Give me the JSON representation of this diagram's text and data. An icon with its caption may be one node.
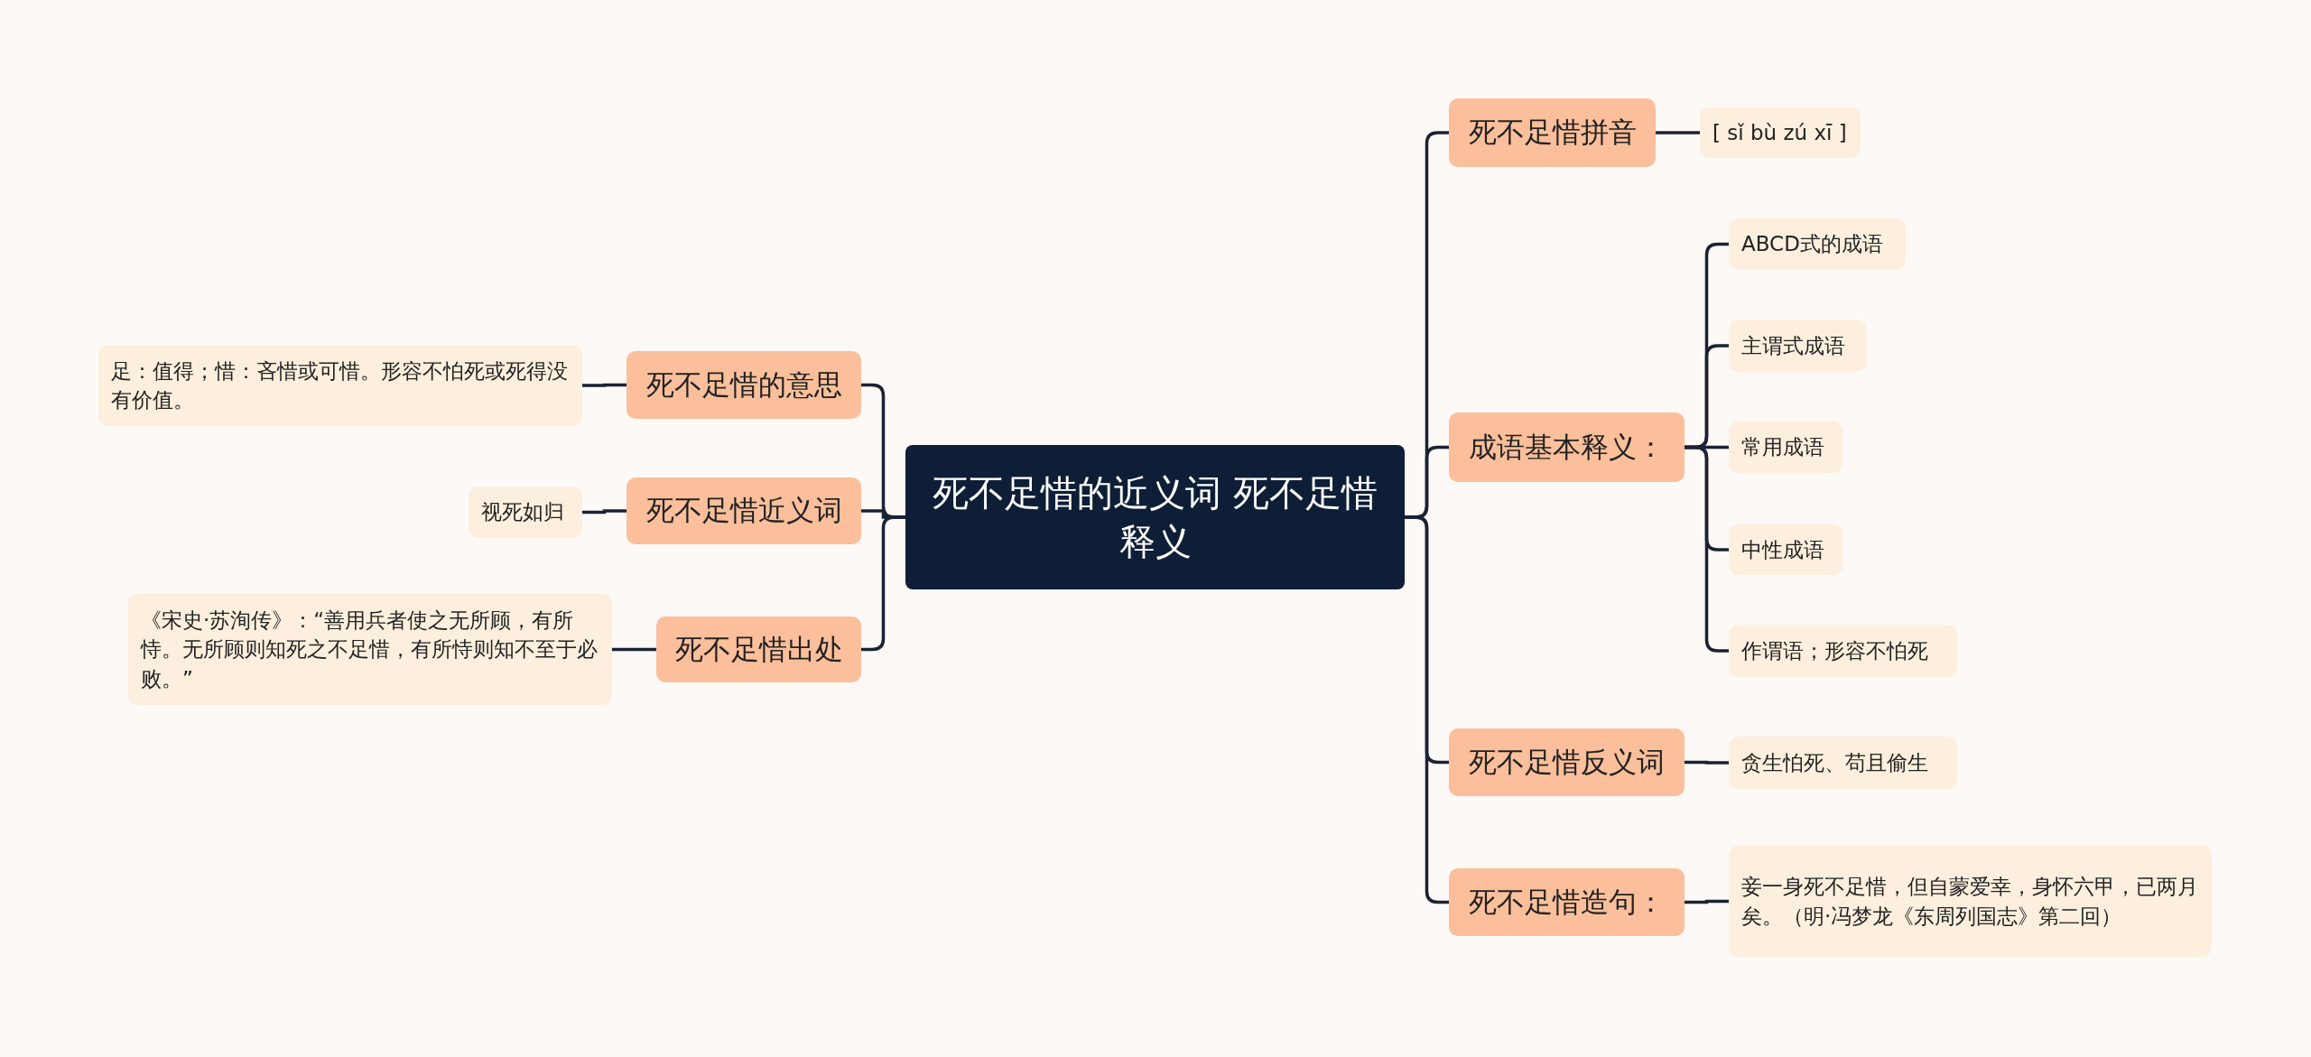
{
  "diagram": {
    "nodes": [
      {
        "text": [
          "死不足惜的近义词 死不足惜释义"
        ]
      },
      {
        "text": [
          "死不足惜的意思"
        ]
      },
      {
        "text": [
          "足：值得；惜：吝惜或可惜。形容不怕死或死得没有价值。"
        ]
      },
      {
        "text": [
          "死不足惜近义词"
        ]
      },
      {
        "text": [
          "视死如归"
        ]
      },
      {
        "text": [
          "死不足惜出处"
        ]
      },
      {
        "text": [
          "《宋史·苏洵传》：“善用兵者使之无所顾，有所恃。无所顾则知死之不足惜，有所恃则知不至于必败。”"
        ]
      },
      {
        "text": [
          "死不足惜拼音"
        ]
      },
      {
        "text": [
          "[ sǐ bù zú xī ]"
        ]
      },
      {
        "text": [
          "成语基本释义："
        ]
      },
      {
        "text": [
          "ABCD式的成语"
        ]
      },
      {
        "text": [
          "主谓式成语"
        ]
      },
      {
        "text": [
          "常用成语"
        ]
      },
      {
        "text": [
          "中性成语"
        ]
      },
      {
        "text": [
          "作谓语；形容不怕死"
        ]
      },
      {
        "text": [
          "死不足惜反义词"
        ]
      },
      {
        "text": [
          "贪生怕死、苟且偷生"
        ]
      },
      {
        "text": [
          "死不足惜造句："
        ]
      },
      {
        "text": [
          "妾一身死不足惜，但自蒙爱幸，身怀六甲，已两月矣。（明·冯梦龙《东周列国志》第二回）"
        ]
      }
    ],
    "edges": [
      {
        "from": 0,
        "to": 1,
        "arrow": "none"
      },
      {
        "from": 1,
        "to": 2,
        "arrow": "none"
      },
      {
        "from": 0,
        "to": 3,
        "arrow": "none"
      },
      {
        "from": 3,
        "to": 4,
        "arrow": "none"
      },
      {
        "from": 0,
        "to": 5,
        "arrow": "none"
      },
      {
        "from": 5,
        "to": 6,
        "arrow": "none"
      },
      {
        "from": 0,
        "to": 7,
        "arrow": "none"
      },
      {
        "from": 7,
        "to": 8,
        "arrow": "none"
      },
      {
        "from": 0,
        "to": 9,
        "arrow": "none"
      },
      {
        "from": 9,
        "to": 10,
        "arrow": "none"
      },
      {
        "from": 9,
        "to": 11,
        "arrow": "none"
      },
      {
        "from": 9,
        "to": 12,
        "arrow": "none"
      },
      {
        "from": 9,
        "to": 13,
        "arrow": "none"
      },
      {
        "from": 9,
        "to": 14,
        "arrow": "none"
      },
      {
        "from": 0,
        "to": 15,
        "arrow": "none"
      },
      {
        "from": 15,
        "to": 16,
        "arrow": "none"
      },
      {
        "from": 0,
        "to": 17,
        "arrow": "none"
      },
      {
        "from": 17,
        "to": 18,
        "arrow": "none"
      }
    ]
  }
}
